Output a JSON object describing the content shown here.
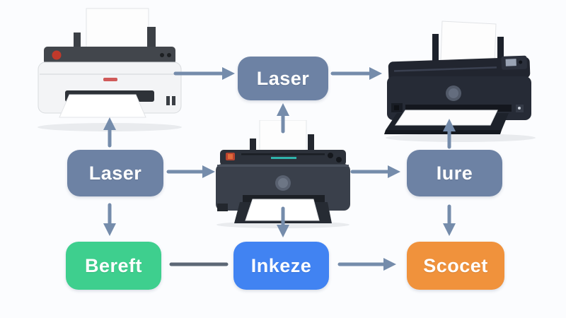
{
  "diagram": {
    "nodes": {
      "laser_top": {
        "label": "Laser",
        "color": "#6d82a4"
      },
      "laser_mid": {
        "label": "Laser",
        "color": "#6d82a4"
      },
      "iure": {
        "label": "Iure",
        "color": "#6d82a4"
      },
      "bereft": {
        "label": "Bereft",
        "color": "#3ecf8e"
      },
      "inkeze": {
        "label": "Inkeze",
        "color": "#4183f2"
      },
      "scocet": {
        "label": "Scocet",
        "color": "#f0923c"
      }
    },
    "images": {
      "printer_top_left": "white-inkjet-printer",
      "printer_center": "dark-inkjet-printer",
      "printer_top_right": "black-inkjet-printer"
    },
    "colors": {
      "arrow": "#758cab",
      "connector_line": "#5d6876",
      "background": "#fbfcfe",
      "label_text": "#ffffff"
    }
  }
}
